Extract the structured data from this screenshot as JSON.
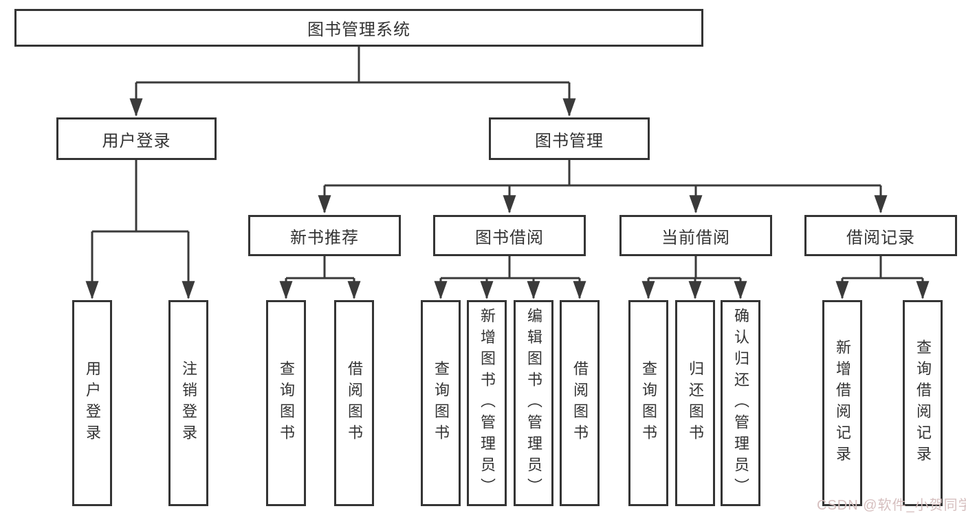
{
  "tree": {
    "root": {
      "label": "图书管理系统"
    },
    "branches": [
      {
        "label": "用户登录",
        "children": [
          {
            "label": "用户登录"
          },
          {
            "label": "注销登录"
          }
        ]
      },
      {
        "label": "图书管理",
        "children": [
          {
            "label": "新书推荐",
            "children": [
              {
                "label": "查询图书"
              },
              {
                "label": "借阅图书"
              }
            ]
          },
          {
            "label": "图书借阅",
            "children": [
              {
                "label": "查询图书"
              },
              {
                "label": "新增图书（管理员）"
              },
              {
                "label": "编辑图书（管理员）"
              },
              {
                "label": "借阅图书"
              }
            ]
          },
          {
            "label": "当前借阅",
            "children": [
              {
                "label": "查询图书"
              },
              {
                "label": "归还图书"
              },
              {
                "label": "确认归还（管理员）"
              }
            ]
          },
          {
            "label": "借阅记录",
            "children": [
              {
                "label": "新增借阅记录"
              },
              {
                "label": "查询借阅记录"
              }
            ]
          }
        ]
      }
    ]
  },
  "watermark": {
    "text": "CSDN @软件_小贺同学"
  },
  "colors": {
    "line": "#3a3a3a",
    "box_border": "#343434",
    "text": "#333333",
    "background": "#ffffff",
    "watermark": "#d6bfbf"
  }
}
